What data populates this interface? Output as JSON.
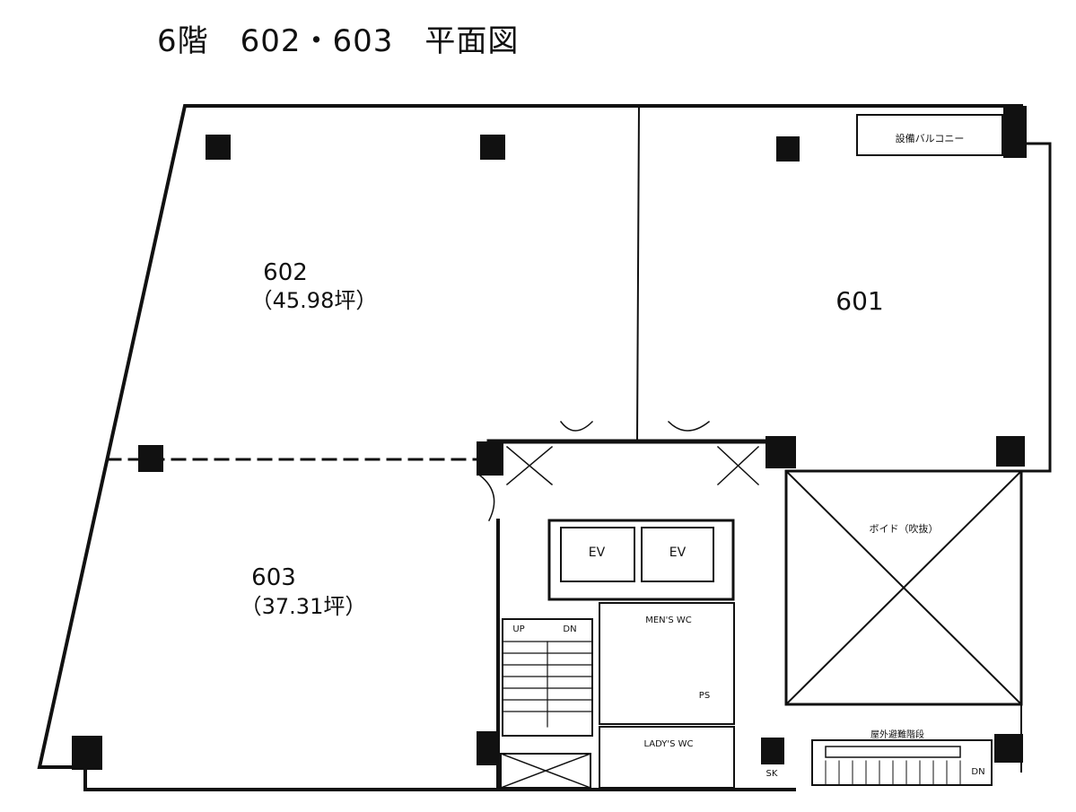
{
  "title": "6階　602・603　平面図",
  "rooms": {
    "r602": {
      "name": "602",
      "area": "（45.98坪）"
    },
    "r601": {
      "name": "601"
    },
    "r603": {
      "name": "603",
      "area": "（37.31坪）"
    }
  },
  "labels": {
    "ev1": "EV",
    "ev2": "EV",
    "top_right_box": "設備バルコニー",
    "void": "ボイド（吹抜）",
    "mens_wc": "MEN'S WC",
    "ladies_wc": "LADY'S WC",
    "ps": "PS",
    "dn": "DN",
    "up": "UP",
    "bottom_right": "屋外避難階段",
    "sk": "SK"
  },
  "colors": {
    "line": "#111111",
    "background": "#ffffff"
  }
}
